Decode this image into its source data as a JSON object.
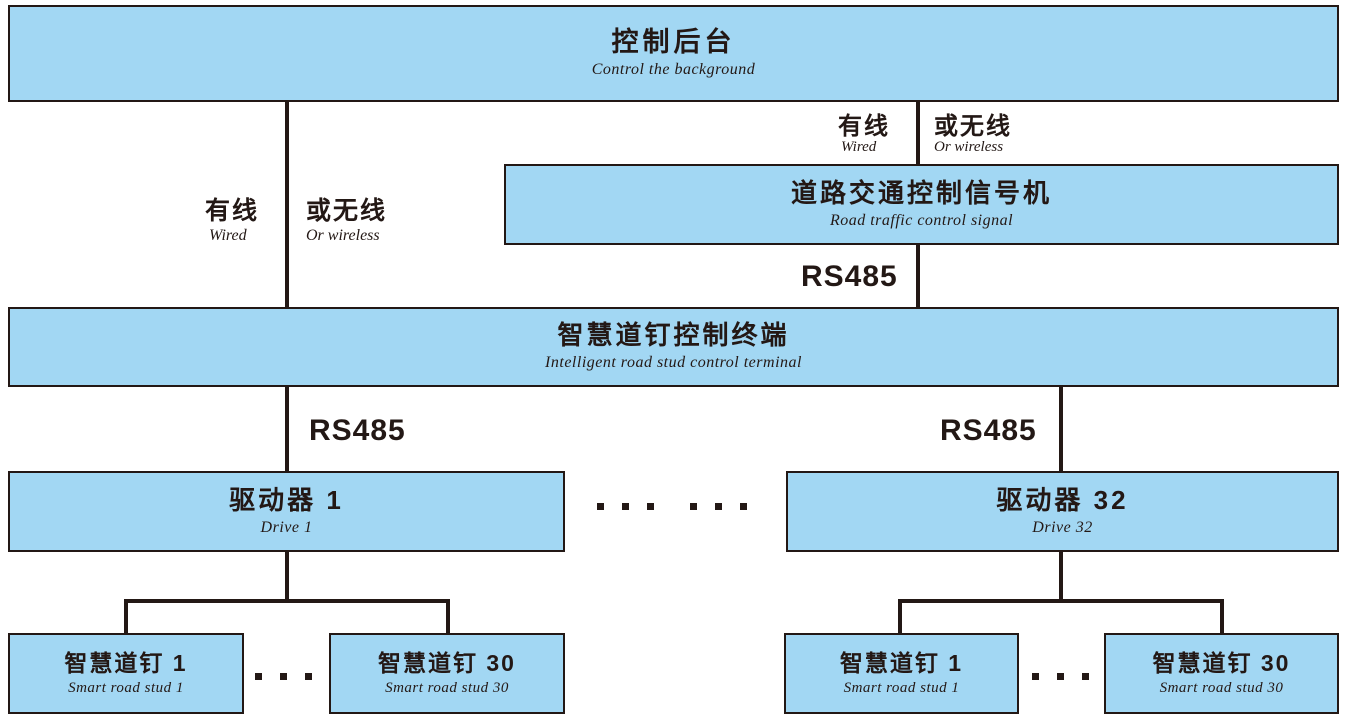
{
  "colors": {
    "node_fill": "#a2d7f3",
    "stroke": "#231815",
    "background": "#ffffff"
  },
  "nodes": {
    "control_background": {
      "zh": "控制后台",
      "en": "Control the background"
    },
    "traffic_signal": {
      "zh": "道路交通控制信号机",
      "en": "Road traffic control signal"
    },
    "terminal": {
      "zh": "智慧道钉控制终端",
      "en": "Intelligent road stud control terminal"
    },
    "drive_1": {
      "zh": "驱动器 1",
      "en": "Drive 1"
    },
    "drive_32": {
      "zh": "驱动器 32",
      "en": "Drive 32"
    },
    "stud_left_1": {
      "zh": "智慧道钉 1",
      "en": "Smart road stud 1"
    },
    "stud_left_30": {
      "zh": "智慧道钉 30",
      "en": "Smart road stud 30"
    },
    "stud_right_1": {
      "zh": "智慧道钉 1",
      "en": "Smart road stud 1"
    },
    "stud_right_30": {
      "zh": "智慧道钉 30",
      "en": "Smart road stud 30"
    }
  },
  "edge_labels": {
    "left_backbone": {
      "wired_zh": "有线",
      "wired_en": "Wired",
      "wireless_zh": "或无线",
      "wireless_en": "Or wireless"
    },
    "right_backbone": {
      "wired_zh": "有线",
      "wired_en": "Wired",
      "wireless_zh": "或无线",
      "wireless_en": "Or wireless"
    },
    "rs485_signal_to_terminal": "RS485",
    "rs485_terminal_to_drive1": "RS485",
    "rs485_terminal_to_drive32": "RS485"
  },
  "ellipsis": {
    "between_drives": ". . .  . . .",
    "between_studs_left": ". . .",
    "between_studs_right": ". . ."
  }
}
